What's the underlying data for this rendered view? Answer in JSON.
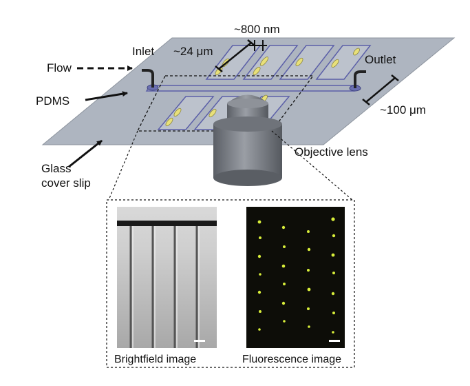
{
  "labels": {
    "scale_top": "~800 nm",
    "inlet": "Inlet",
    "scale_width": "~24 μm",
    "outlet": "Outlet",
    "flow": "Flow",
    "pdms": "PDMS",
    "scale_right": "~100 μm",
    "objective": "Objective lens",
    "glass_line1": "Glass",
    "glass_line2": "cover slip",
    "brightfield": "Brightfield image",
    "fluorescence": "Fluorescence image"
  },
  "colors": {
    "slide_fill": "#aeb5c0",
    "channel_stroke": "#5b5fa8",
    "cell_yellow": "#e8e07a",
    "lens_body": "#7b7f86",
    "fluor_bg": "#0d0d08",
    "fluor_spot": "#d8ee3a"
  },
  "icons": [
    "arrow-icon",
    "dashed-arrow-icon",
    "scale-bar-icon"
  ]
}
